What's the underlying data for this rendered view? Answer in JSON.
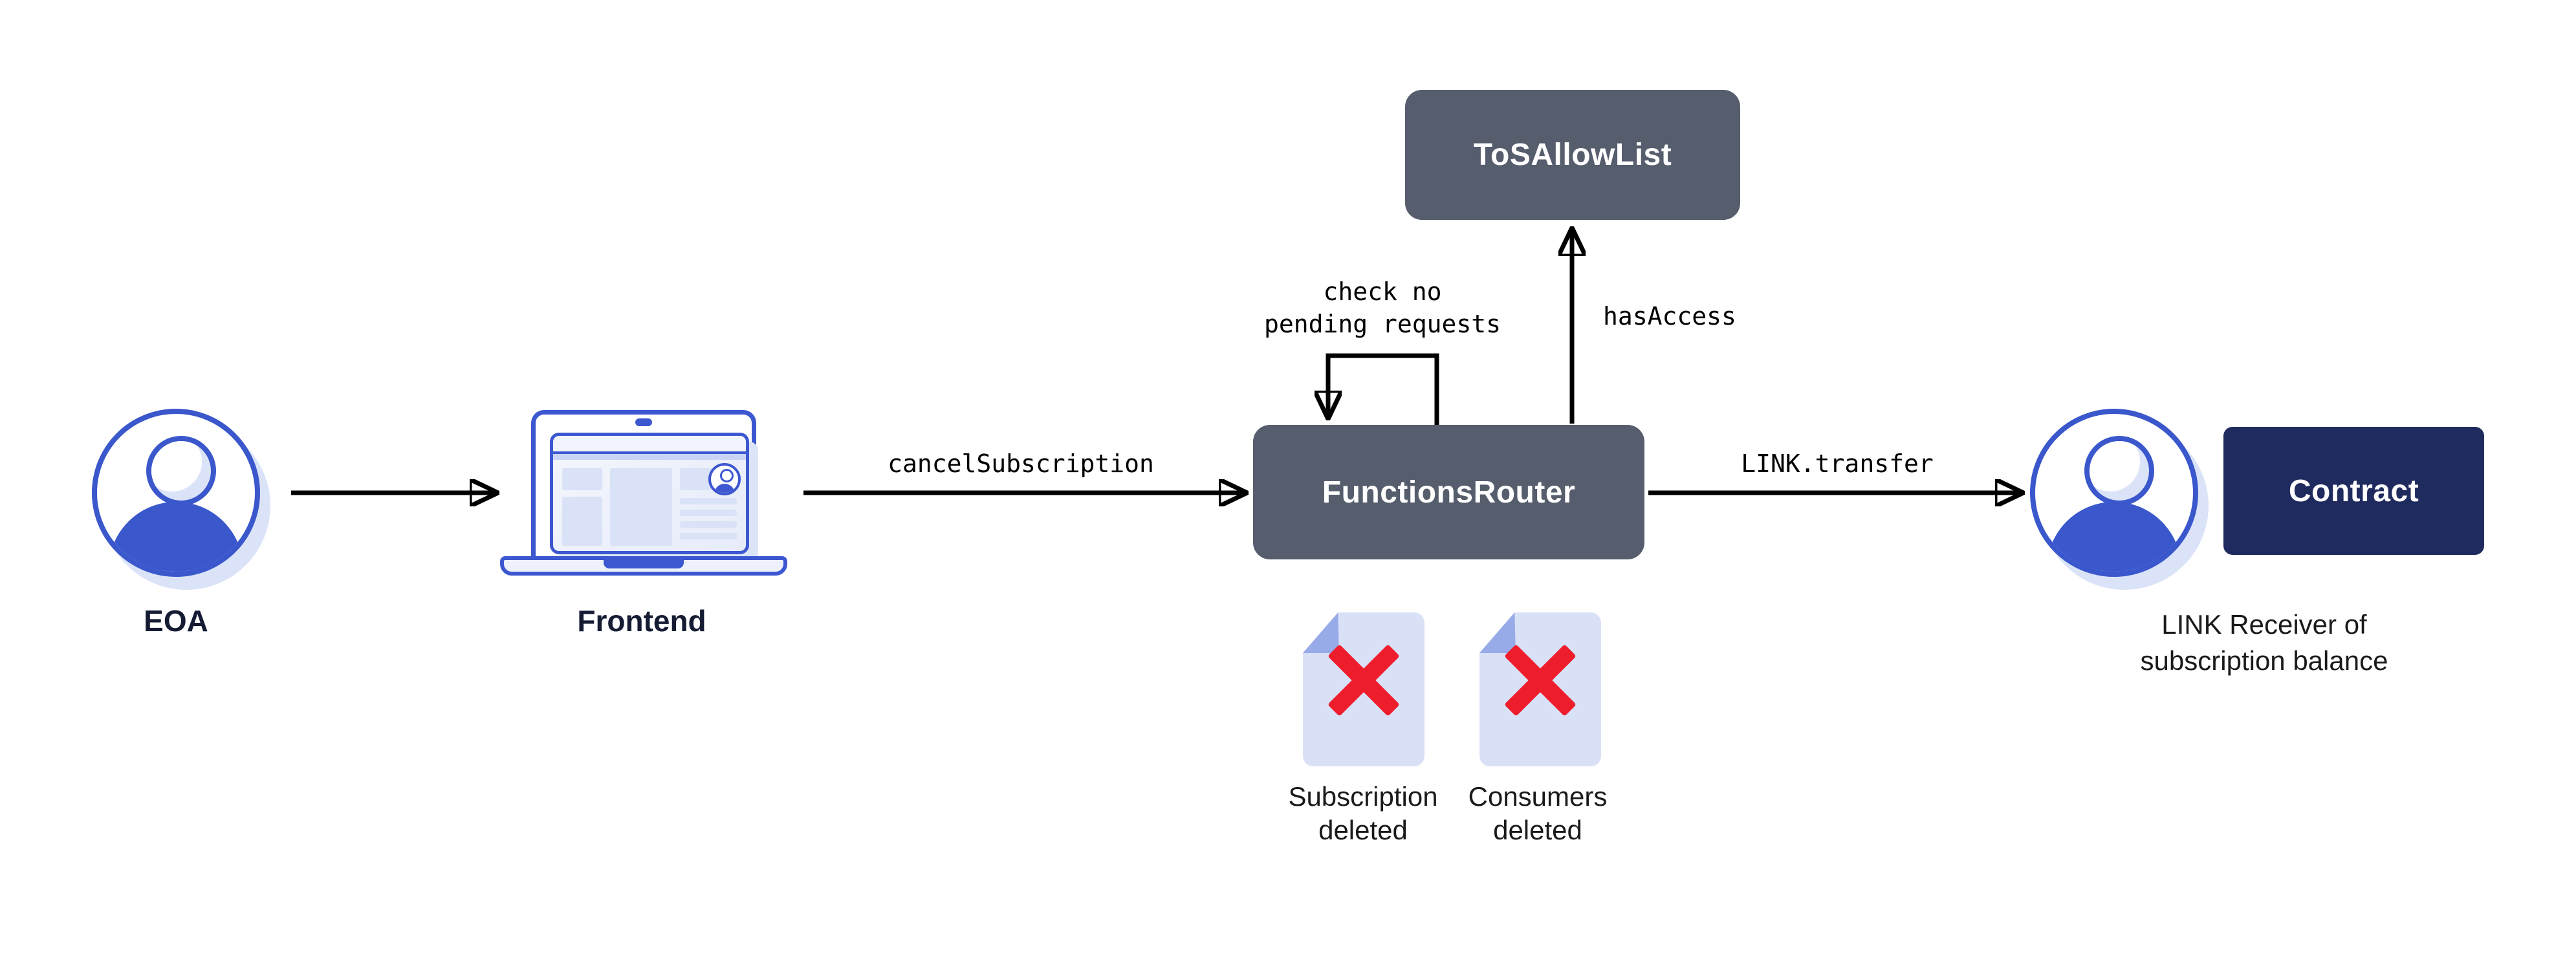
{
  "colors": {
    "background": "#ffffff",
    "accent_blue": "#3a57cc",
    "pale_blue": "#dbe3f8",
    "box_slate": "#565d6d",
    "box_navy": "#1f2b5e",
    "delete_red": "#ee1d2c",
    "label_navy": "#141b33",
    "edge_black": "#000000"
  },
  "nodes": {
    "eoa": {
      "label": "EOA"
    },
    "frontend": {
      "label": "Frontend"
    },
    "functions_router": {
      "label": "FunctionsRouter"
    },
    "tos_allow_list": {
      "label": "ToSAllowList"
    },
    "contract": {
      "label": "Contract"
    },
    "link_receiver": {
      "caption": "LINK Receiver of\nsubscription balance"
    }
  },
  "edges": {
    "cancel_subscription": {
      "label": "cancelSubscription"
    },
    "link_transfer": {
      "label": "LINK.transfer"
    },
    "has_access": {
      "label": "hasAccess"
    },
    "check_pending": {
      "label": "check no\npending requests"
    }
  },
  "artifacts": {
    "subscription_deleted": {
      "label": "Subscription\ndeleted"
    },
    "consumers_deleted": {
      "label": "Consumers\ndeleted"
    }
  }
}
